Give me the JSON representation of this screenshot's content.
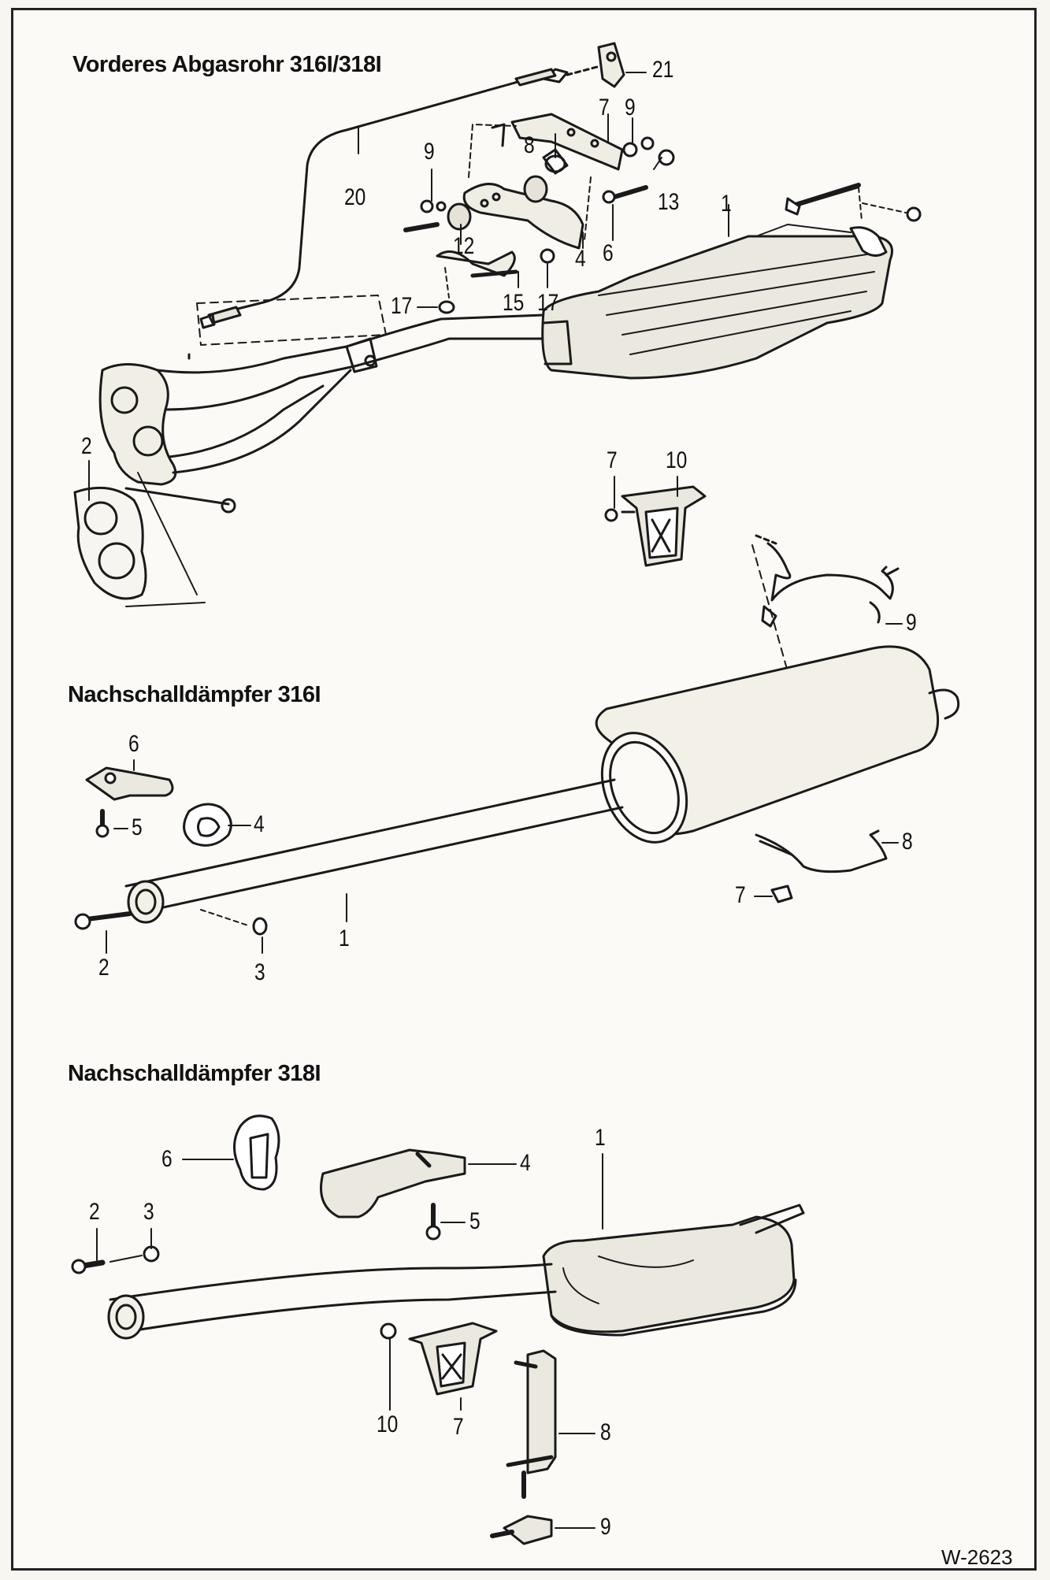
{
  "sections": [
    {
      "title": "Vorderes Abgasrohr 316I/318I"
    },
    {
      "title": "Nachschalldämpfer 316I"
    },
    {
      "title": "Nachschalldämpfer 318I"
    }
  ],
  "callouts": {
    "front": [
      "21",
      "7",
      "9",
      "8",
      "9",
      "20",
      "13",
      "1",
      "12",
      "4",
      "6",
      "17",
      "15",
      "17",
      "2"
    ],
    "rear316": [
      "7",
      "10",
      "9",
      "6",
      "5",
      "4",
      "8",
      "7",
      "2",
      "3",
      "1"
    ],
    "rear318": [
      "6",
      "4",
      "1",
      "2",
      "3",
      "5",
      "10",
      "7",
      "8",
      "9"
    ]
  },
  "figure_id": "W-2623",
  "colors": {
    "ink": "#1a1a1a",
    "paper": "#fbfaf6",
    "shade": "#d9d6cc"
  }
}
